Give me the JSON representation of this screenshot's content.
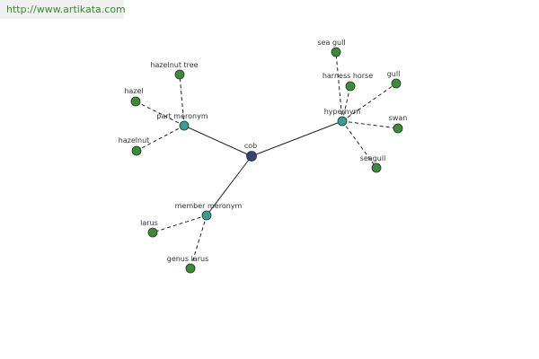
{
  "header": {
    "url": "http://www.artikata.com"
  },
  "colors": {
    "center": "#3a3e7c",
    "relation": "#3d9a9a",
    "leaf": "#3e8a3a",
    "node_stroke": "#1f3a1f",
    "edge": "#222222"
  },
  "graph": {
    "nodes": [
      {
        "id": "cob",
        "label": "cob",
        "kind": "center"
      },
      {
        "id": "hypernym",
        "label": "hypernym",
        "kind": "relation"
      },
      {
        "id": "part_meronym",
        "label": "part meronym",
        "kind": "relation"
      },
      {
        "id": "member_meronym",
        "label": "member meronym",
        "kind": "relation"
      },
      {
        "id": "sea_gull_top",
        "label": "sea gull",
        "kind": "leaf"
      },
      {
        "id": "harness_horse",
        "label": "harness horse",
        "kind": "leaf"
      },
      {
        "id": "gull",
        "label": "gull",
        "kind": "leaf"
      },
      {
        "id": "swan",
        "label": "swan",
        "kind": "leaf"
      },
      {
        "id": "seagull",
        "label": "seagull",
        "kind": "leaf"
      },
      {
        "id": "hazelnut_tree",
        "label": "hazelnut tree",
        "kind": "leaf"
      },
      {
        "id": "hazel",
        "label": "hazel",
        "kind": "leaf"
      },
      {
        "id": "hazelnut",
        "label": "hazelnut",
        "kind": "leaf"
      },
      {
        "id": "larus",
        "label": "larus",
        "kind": "leaf"
      },
      {
        "id": "genus_larus",
        "label": "genus larus",
        "kind": "leaf"
      }
    ],
    "edges": [
      {
        "from": "cob",
        "to": "hypernym",
        "style": "solid"
      },
      {
        "from": "cob",
        "to": "part_meronym",
        "style": "solid"
      },
      {
        "from": "cob",
        "to": "member_meronym",
        "style": "solid"
      },
      {
        "from": "hypernym",
        "to": "sea_gull_top",
        "style": "dashed"
      },
      {
        "from": "hypernym",
        "to": "harness_horse",
        "style": "dashed"
      },
      {
        "from": "hypernym",
        "to": "gull",
        "style": "dashed"
      },
      {
        "from": "hypernym",
        "to": "swan",
        "style": "dashed"
      },
      {
        "from": "hypernym",
        "to": "seagull",
        "style": "dashed"
      },
      {
        "from": "part_meronym",
        "to": "hazelnut_tree",
        "style": "dashed"
      },
      {
        "from": "part_meronym",
        "to": "hazel",
        "style": "dashed"
      },
      {
        "from": "part_meronym",
        "to": "hazelnut",
        "style": "dashed"
      },
      {
        "from": "member_meronym",
        "to": "larus",
        "style": "dashed"
      },
      {
        "from": "member_meronym",
        "to": "genus_larus",
        "style": "dashed"
      }
    ]
  }
}
